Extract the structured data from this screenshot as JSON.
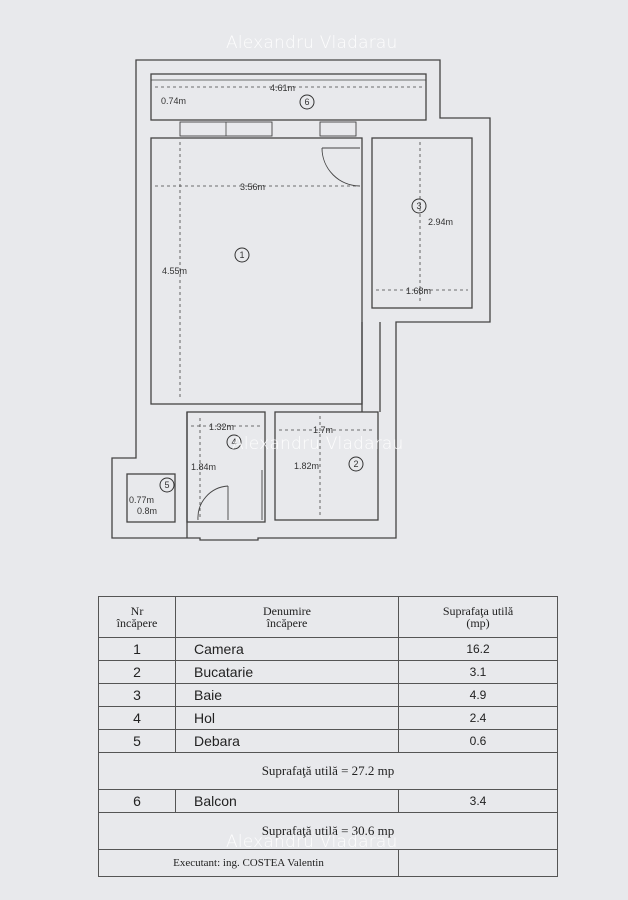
{
  "watermark": "Alexandru Vladarau",
  "plan": {
    "dimensions": {
      "balcony_width": "4.61m",
      "balcony_depth": "0.74m",
      "room1_width": "3.56m",
      "room1_height": "4.55m",
      "room3_height": "2.94m",
      "room3_width": "1.68m",
      "room4_width": "1.32m",
      "room4_height": "1.84m",
      "room2_width": "1.7m",
      "room2_height": "1.82m",
      "room5_width": "0.77m",
      "room5_depth": "0.8m"
    },
    "room_numbers": {
      "r1": "1",
      "r2": "2",
      "r3": "3",
      "r4": "4",
      "r5": "5",
      "r6": "6"
    }
  },
  "table": {
    "header": {
      "nr_line1": "Nr",
      "nr_line2": "încăpere",
      "name_line1": "Denumire",
      "name_line2": "încăpere",
      "area_line1": "Suprafaţa utilă",
      "area_line2": "(mp)"
    },
    "rows": [
      {
        "nr": "1",
        "name": "Camera",
        "area": "16.2"
      },
      {
        "nr": "2",
        "name": "Bucatarie",
        "area": "3.1"
      },
      {
        "nr": "3",
        "name": "Baie",
        "area": "4.9"
      },
      {
        "nr": "4",
        "name": "Hol",
        "area": "2.4"
      },
      {
        "nr": "5",
        "name": "Debara",
        "area": "0.6"
      }
    ],
    "subtotal": "Suprafaţă utilă = 27.2 mp",
    "balcony": {
      "nr": "6",
      "name": "Balcon",
      "area": "3.4"
    },
    "total": "Suprafaţă utilă = 30.6 mp",
    "executant": "Executant: ing. COSTEA Valentin"
  }
}
